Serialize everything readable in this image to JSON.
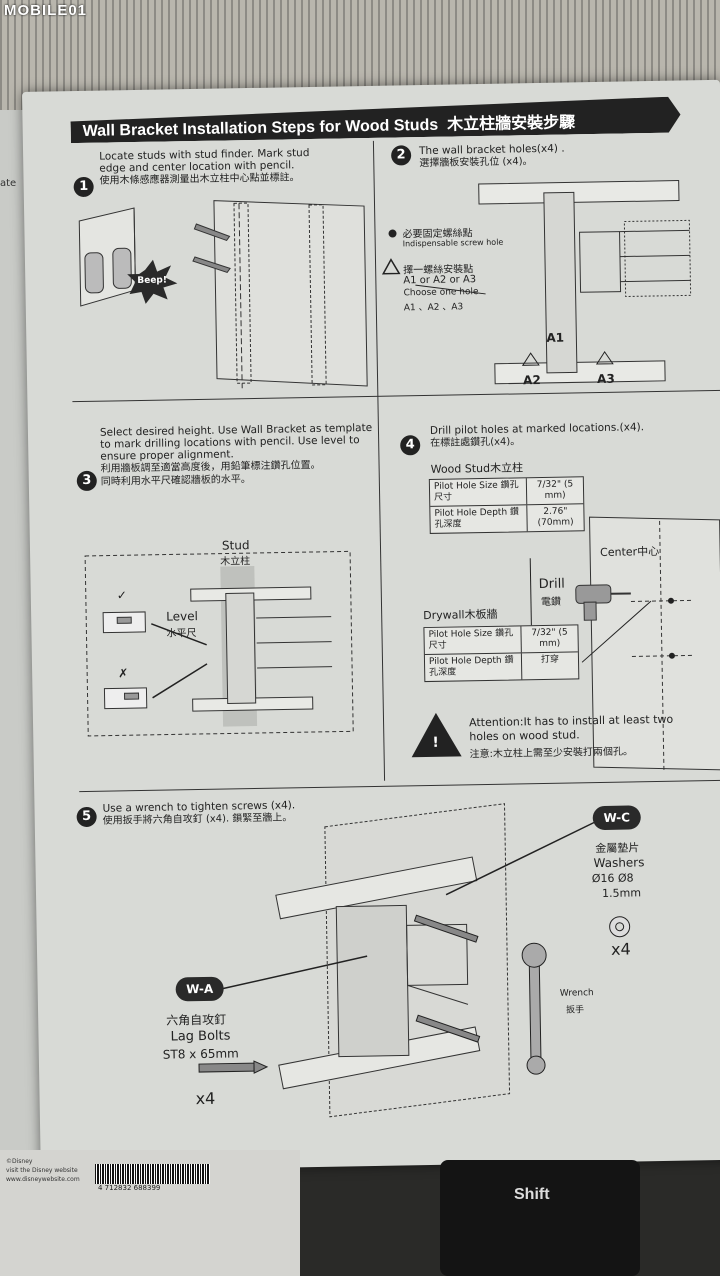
{
  "watermark": "MOBILE01",
  "left_page": {
    "fragment": "ate"
  },
  "header": {
    "title": "Wall Bracket Installation Steps for Wood Studs",
    "title_zh": "木立柱牆安裝步驟"
  },
  "step1": {
    "number": "1",
    "text_en_1": "Locate studs with stud finder. Mark stud",
    "text_en_2": "edge and center location with pencil.",
    "text_zh": "使用木條感應器測量出木立柱中心點並標註。",
    "beep": "Beep!"
  },
  "step2": {
    "number": "2",
    "text_en": "The wall bracket holes(x4) .",
    "text_zh": "選擇牆板安裝孔位 (x4)。",
    "legend_dot_zh": "必要固定螺絲點",
    "legend_dot_en": "Indispensable screw hole",
    "legend_tri_zh": "擇一螺絲安裝點",
    "legend_tri_en_1": "A1 or A2 or A3",
    "legend_tri_en_2": "Choose one hole",
    "legend_tri_en_3": "A1 、A2 、A3",
    "a1": "A1",
    "a2": "A2",
    "a3": "A3"
  },
  "step3": {
    "number": "3",
    "text_en_1": "Select desired height. Use Wall Bracket as template",
    "text_en_2": "to mark drilling locations with pencil. Use level to",
    "text_en_3": "ensure proper alignment.",
    "text_zh_1": "利用牆板調至適當高度後，用鉛筆標注鑽孔位置。",
    "text_zh_2": "同時利用水平尺確認牆板的水平。",
    "stud_en": "Stud",
    "stud_zh": "木立柱",
    "level_en": "Level",
    "level_zh": "水平尺"
  },
  "step4": {
    "number": "4",
    "text_en": "Drill pilot holes at marked locations.(x4).",
    "text_zh": "在標註處鑽孔(x4)。",
    "wood_stud": "Wood Stud木立柱",
    "table1": {
      "r1_label": "Pilot Hole Size 鑽孔尺寸",
      "r1_value": "7/32\" (5 mm)",
      "r2_label": "Pilot Hole Depth 鑽孔深度",
      "r2_value": "2.76\" (70mm)"
    },
    "center": "Center中心",
    "drill_en": "Drill",
    "drill_zh": "電鑽",
    "drywall": "Drywall木板牆",
    "table2": {
      "r1_label": "Pilot Hole Size 鑽孔尺寸",
      "r1_value": "7/32\" (5 mm)",
      "r2_label": "Pilot Hole Depth 鑽孔深度",
      "r2_value": "打穿"
    },
    "attention_en_1": "Attention:It has to install at least two",
    "attention_en_2": "holes on wood stud.",
    "attention_zh": "注意:木立柱上需至少安裝打兩個孔。"
  },
  "step5": {
    "number": "5",
    "text_en": "Use a wrench to tighten screws (x4).",
    "text_zh": "使用扳手將六角自攻釘 (x4). 鎖緊至牆上。",
    "wc_tag": "W-C",
    "wc_zh": "金屬墊片",
    "wc_en": "Washers",
    "wc_spec_1": "Ø16 Ø8",
    "wc_spec_2": "1.5mm",
    "wc_qty": "x4",
    "wa_tag": "W-A",
    "wa_zh": "六角自攻釘",
    "wa_en": "Lag Bolts",
    "wa_spec": "ST8 x 65mm",
    "wa_qty": "x4",
    "wrench_en": "Wrench",
    "wrench_zh": "扳手"
  },
  "below": {
    "keyboard_key": "Shift",
    "barcode": "4 712832 688399",
    "box_text_1": "©Disney",
    "box_text_2": "visit the Disney website",
    "box_text_3": "www.disneywebsite.com"
  }
}
